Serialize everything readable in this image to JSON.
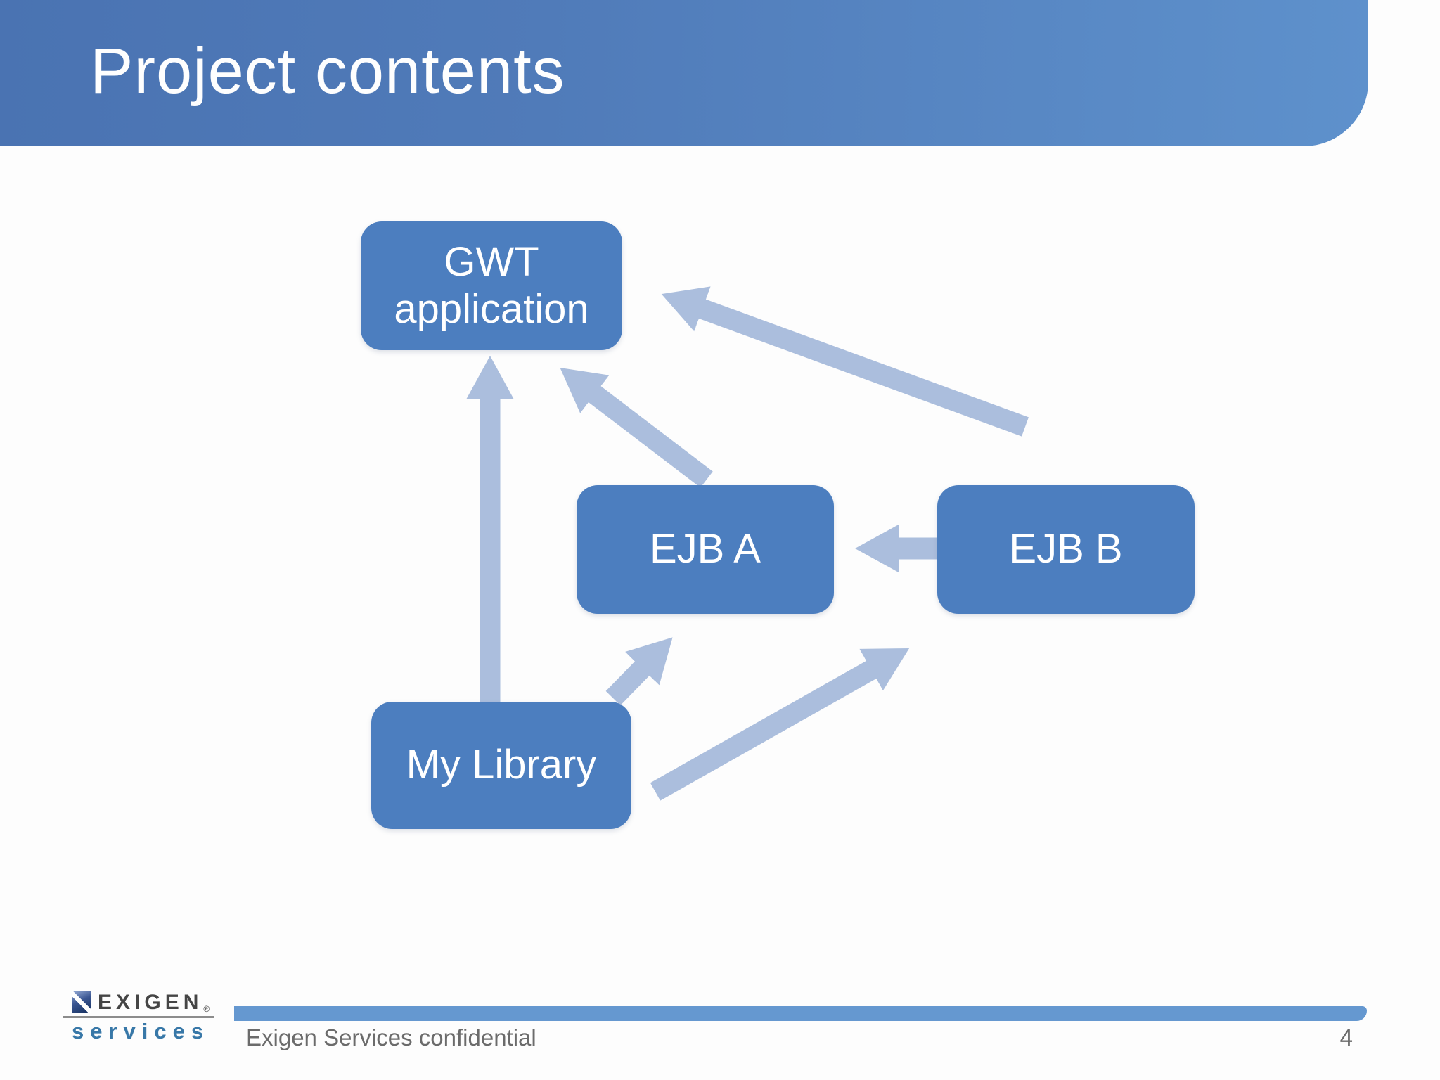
{
  "slide": {
    "title": "Project contents",
    "page_number": "4",
    "footer_text": "Exigen Services confidential"
  },
  "logo": {
    "name_top": "EXIGEN",
    "registered_mark": "®",
    "name_bottom": "services"
  },
  "diagram": {
    "nodes": [
      {
        "id": "gwt-application",
        "label": "GWT application"
      },
      {
        "id": "ejb-a",
        "label": "EJB A"
      },
      {
        "id": "ejb-b",
        "label": "EJB B"
      },
      {
        "id": "my-library",
        "label": "My Library"
      }
    ],
    "edges": [
      {
        "from": "My Library",
        "to": "GWT application"
      },
      {
        "from": "EJB A",
        "to": "GWT application"
      },
      {
        "from": "EJB B",
        "to": "GWT application"
      },
      {
        "from": "My Library",
        "to": "EJB A"
      },
      {
        "from": "My Library",
        "to": "EJB B"
      },
      {
        "from": "EJB B",
        "to": "EJB A"
      }
    ]
  },
  "colors": {
    "header_gradient_start": "#4a73b2",
    "header_gradient_end": "#5e91cc",
    "node_fill": "#4c7ebf",
    "node_text": "#ffffff",
    "arrow_fill": "#abbedd",
    "footer_bar": "#6598d0",
    "footer_text": "#6b6b6b",
    "logo_primary": "#454545",
    "logo_secondary": "#3878a8"
  }
}
